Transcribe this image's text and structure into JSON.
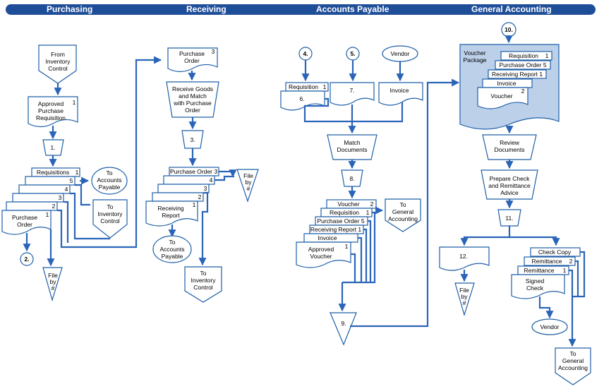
{
  "columns": [
    "Purchasing",
    "Receiving",
    "Accounts Payable",
    "General Accounting"
  ],
  "purchasing": {
    "from_inventory": [
      "From",
      "Inventory",
      "Control"
    ],
    "approved_req": [
      "Approved",
      "Purchase",
      "Requisition"
    ],
    "approved_req_num": "1",
    "process": "1.",
    "requisitions": "Requisitions",
    "req_num": "1",
    "stack_nums": [
      "5",
      "4",
      "3",
      "2",
      "1"
    ],
    "purchase_order": [
      "Purchase",
      "Order"
    ],
    "to_ap": [
      "To",
      "Accounts",
      "Payable"
    ],
    "to_ic": [
      "To",
      "Inventory",
      "Control"
    ],
    "connector": "2.",
    "file": [
      "File",
      "by",
      "#"
    ]
  },
  "receiving": {
    "po": [
      "Purchase",
      "Order"
    ],
    "po_num": "3",
    "receive": [
      "Receive Goods",
      "and Match",
      "with Purchase",
      "Order"
    ],
    "process": "3.",
    "po_top": "Purchase Order",
    "po_top_num": "3",
    "stack_nums": [
      "4",
      "3",
      "2",
      "1"
    ],
    "receiving_report": [
      "Receiving",
      "Report"
    ],
    "file": [
      "File",
      "by",
      "#"
    ],
    "to_ap": [
      "To",
      "Accounts",
      "Payable"
    ],
    "to_ic": [
      "To",
      "Inventory",
      "Control"
    ]
  },
  "ap": {
    "conn4": "4.",
    "conn5": "5.",
    "vendor": "Vendor",
    "requisition": "Requisition",
    "req_num": "1",
    "doc6": "6.",
    "doc7": "7.",
    "invoice": "Invoice",
    "match": [
      "Match",
      "Documents"
    ],
    "process8": "8.",
    "voucher": "Voucher",
    "voucher_num": "2",
    "requisition2": "Requisition",
    "req2_num": "1",
    "po5": "Purchase Order 5",
    "rr1": "Receiving Report 1",
    "invoice2": "Invoice",
    "approved_voucher": [
      "Approved",
      "Voucher"
    ],
    "av_num": "1",
    "to_ga": [
      "To",
      "General",
      "Accounting"
    ],
    "file9": "9."
  },
  "ga": {
    "conn10": "10.",
    "voucher_package": [
      "Voucher",
      "Package"
    ],
    "requisition": "Requisition",
    "req_num": "1",
    "po5": "Purchase Order 5",
    "rr1": "Receiving Report 1",
    "invoice": "Invoice",
    "voucher": "Voucher",
    "voucher_num": "2",
    "review": [
      "Review",
      "Documents"
    ],
    "prepare": [
      "Prepare Check",
      "and Remittance",
      "Advice"
    ],
    "process11": "11.",
    "doc12": "12.",
    "file": [
      "File",
      "by",
      "#"
    ],
    "check_copy": "Check Copy",
    "remittance2": "Remittance",
    "rem2_num": "2",
    "remittance1": "Remittance",
    "rem1_num": "1",
    "signed_check": [
      "Signed",
      "Check"
    ],
    "vendor": "Vendor",
    "to_ga": [
      "To",
      "General",
      "Accounting"
    ]
  }
}
